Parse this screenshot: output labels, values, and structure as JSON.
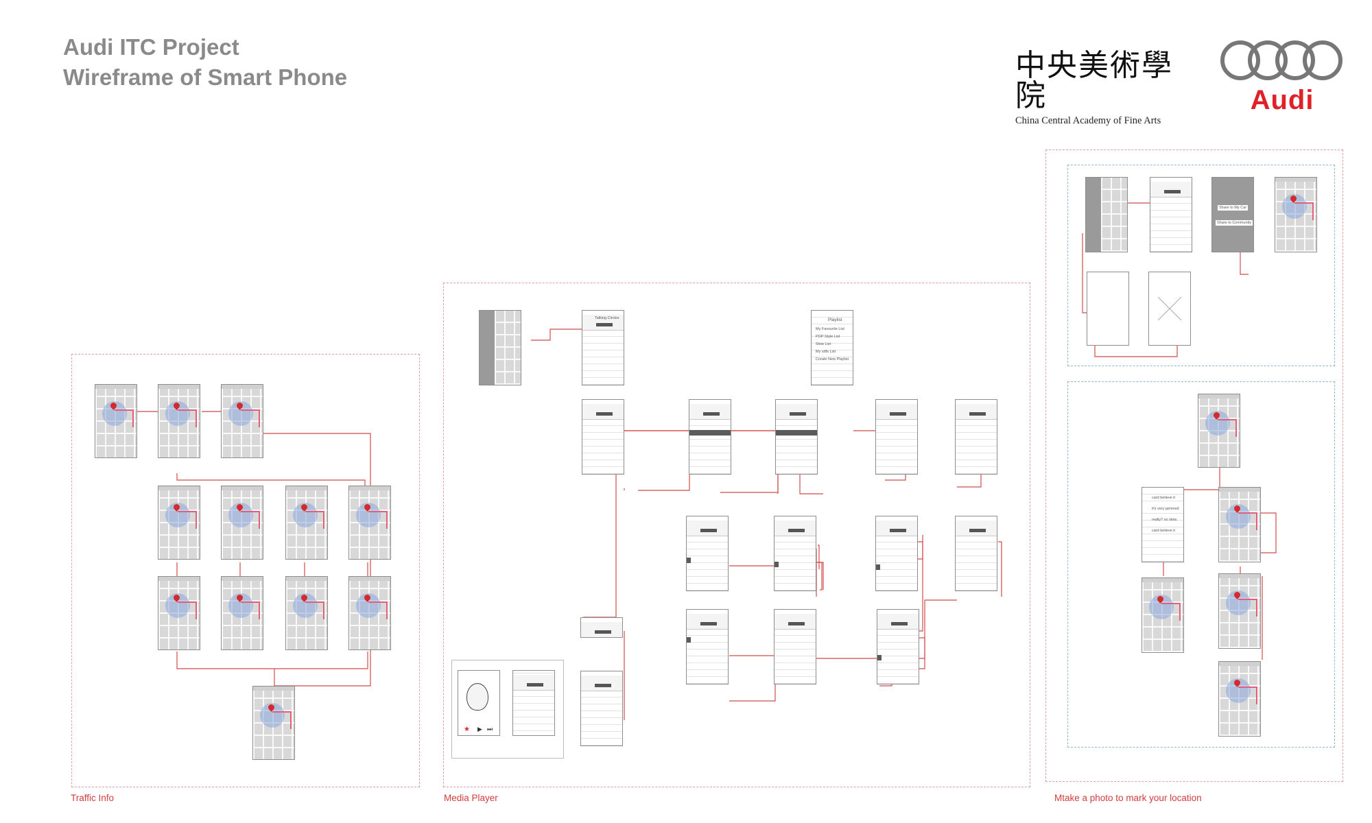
{
  "header": {
    "title_line1": "Audi ITC Project",
    "title_line2": "Wireframe of Smart Phone"
  },
  "logos": {
    "ccafa_chinese": "中央美術學院",
    "ccafa_english": "China Central Academy of Fine Arts",
    "audi_wordmark": "Audi"
  },
  "panels": {
    "traffic": {
      "label": "Traffic Info"
    },
    "media": {
      "label": "Media Player",
      "player_title": "Talking Circles",
      "playlist_items": [
        "Playlist",
        "My Favourite List",
        "POP Style List",
        "Slow List",
        "My sdfs List",
        "Create New Playlist"
      ]
    },
    "photo": {
      "label": "Mtake a photo to mark your location",
      "buttons": [
        "Share to My Car",
        "Share to Community"
      ],
      "chat_items": [
        "card believe it",
        "it's very jammed",
        "really? so slow.",
        "card believe it"
      ]
    }
  },
  "colors": {
    "audi_red": "#e02128",
    "connector_red": "#d24a4a",
    "title_gray": "#8a8a8a",
    "panel_border_red": "#e2a0a0",
    "panel_border_blue": "#8fb5d8"
  }
}
